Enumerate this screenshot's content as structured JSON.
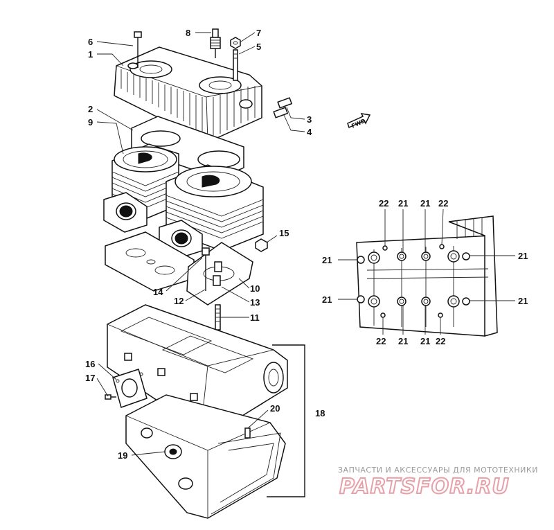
{
  "diagram": {
    "callouts": [
      {
        "id": "c1",
        "text": "1"
      },
      {
        "id": "c2",
        "text": "2"
      },
      {
        "id": "c3",
        "text": "3"
      },
      {
        "id": "c4",
        "text": "4"
      },
      {
        "id": "c5",
        "text": "5"
      },
      {
        "id": "c6",
        "text": "6"
      },
      {
        "id": "c7",
        "text": "7"
      },
      {
        "id": "c8",
        "text": "8"
      },
      {
        "id": "c9",
        "text": "9"
      },
      {
        "id": "c10",
        "text": "10"
      },
      {
        "id": "c11",
        "text": "11"
      },
      {
        "id": "c12",
        "text": "12"
      },
      {
        "id": "c13",
        "text": "13"
      },
      {
        "id": "c14",
        "text": "14"
      },
      {
        "id": "c15",
        "text": "15"
      },
      {
        "id": "c16",
        "text": "16"
      },
      {
        "id": "c17",
        "text": "17"
      },
      {
        "id": "c18",
        "text": "18"
      },
      {
        "id": "c19",
        "text": "19"
      },
      {
        "id": "c20",
        "text": "20"
      }
    ],
    "fwd_label": "FWD",
    "detail_callouts": {
      "top": [
        "22",
        "21",
        "21",
        "22"
      ],
      "bottom": [
        "22",
        "21",
        "21",
        "22"
      ],
      "left": [
        "21",
        "21"
      ],
      "right": [
        "21",
        "21"
      ]
    }
  },
  "watermark": {
    "tagline": "ЗАПЧАСТИ И АКСЕССУАРЫ ДЛЯ МОТОТЕХНИКИ",
    "brand": "PARTSFOR.RU",
    "brand_color": "#e8a0a8"
  }
}
